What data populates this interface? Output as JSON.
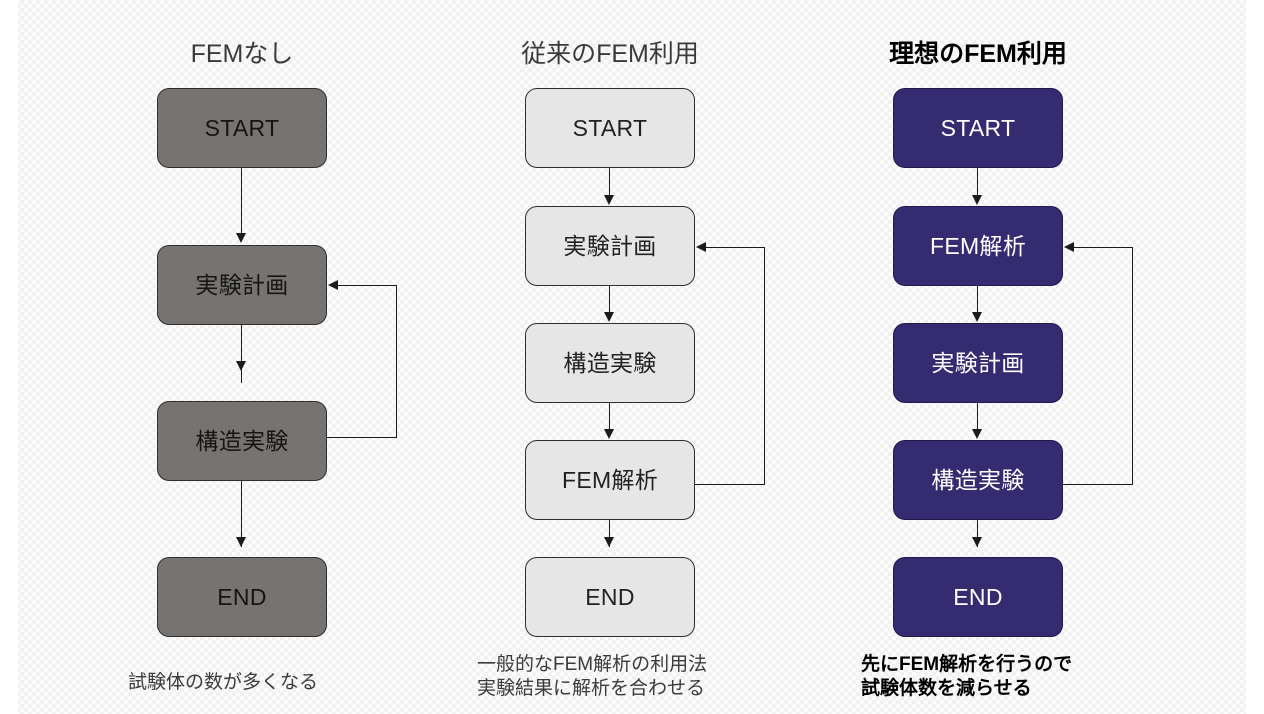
{
  "figure": {
    "background_color": "#fbfbfb",
    "columns": [
      {
        "id": "no-fem",
        "title": "FEMなし",
        "title_style": "plain",
        "node_fill": "#767370",
        "node_text_color": "#151515",
        "nodes": [
          {
            "label": "START"
          },
          {
            "label": "実験計画"
          },
          {
            "label": "構造実験"
          },
          {
            "label": "END"
          }
        ],
        "feedback": {
          "from": "構造実験",
          "to": "実験計画"
        },
        "caption": "試験体の数が多くなる",
        "caption_style": "plain"
      },
      {
        "id": "conventional-fem",
        "title": "従来のFEM利用",
        "title_style": "plain",
        "node_fill": "#e6e6e6",
        "node_text_color": "#222222",
        "nodes": [
          {
            "label": "START"
          },
          {
            "label": "実験計画"
          },
          {
            "label": "構造実験"
          },
          {
            "label": "FEM解析"
          },
          {
            "label": "END"
          }
        ],
        "feedback": {
          "from": "FEM解析",
          "to": "実験計画"
        },
        "caption": "一般的なFEM解析の利用法\n実験結果に解析を合わせる",
        "caption_style": "plain"
      },
      {
        "id": "ideal-fem",
        "title": "理想のFEM利用",
        "title_style": "emph",
        "node_fill": "#342b71",
        "node_text_color": "#ffffff",
        "nodes": [
          {
            "label": "START"
          },
          {
            "label": "FEM解析"
          },
          {
            "label": "実験計画"
          },
          {
            "label": "構造実験"
          },
          {
            "label": "END"
          }
        ],
        "feedback": {
          "from": "構造実験",
          "to": "FEM解析"
        },
        "caption": "先にFEM解析を行うので\n試験体数を減らせる",
        "caption_style": "emph"
      }
    ]
  }
}
